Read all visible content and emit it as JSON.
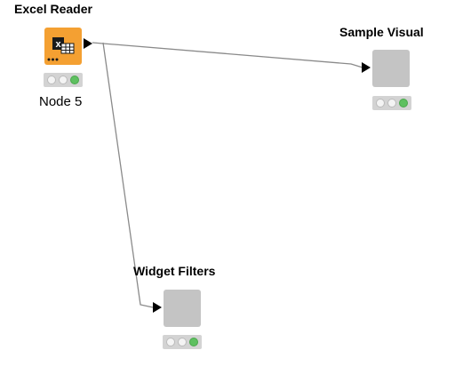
{
  "nodes": {
    "excel_reader": {
      "title": "Excel Reader",
      "label": "Node 5",
      "icon": "excel-reader-icon",
      "color": "#f4a032",
      "status": "executed"
    },
    "sample_visual": {
      "title": "Sample Visual",
      "icon": "component-icon",
      "color": "#c4c4c4",
      "status": "executed"
    },
    "widget_filters": {
      "title": "Widget Filters",
      "icon": "component-icon",
      "color": "#c4c4c4",
      "status": "executed"
    }
  },
  "colors": {
    "connection": "#8a8a8a",
    "status_green": "#5ec060"
  }
}
